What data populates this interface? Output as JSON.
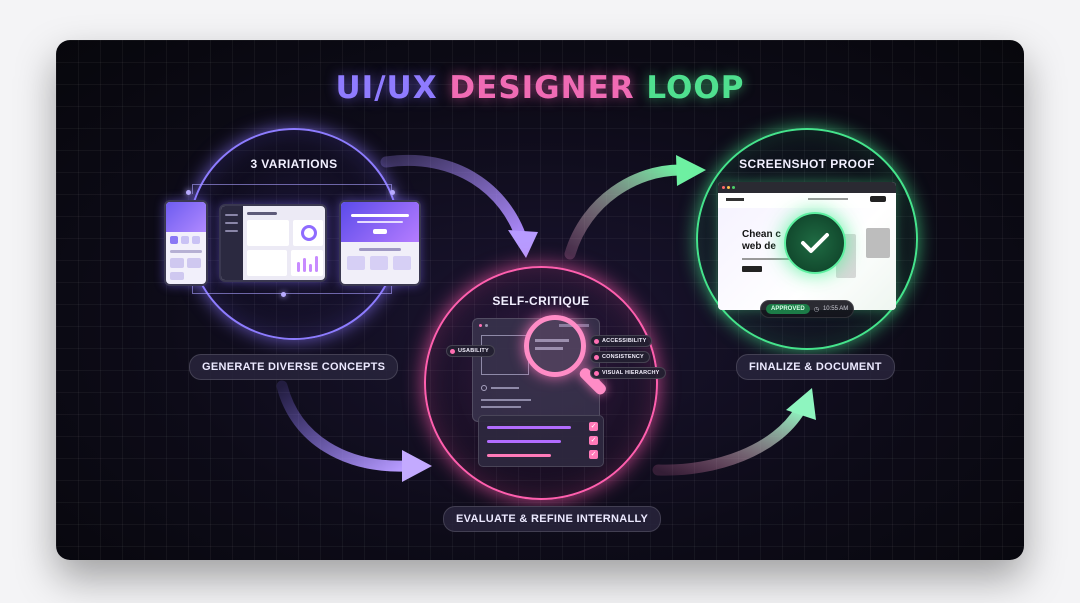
{
  "title": {
    "part1": "UI/UX ",
    "part2": "DESIGNER ",
    "part3": "LOOP"
  },
  "stages": {
    "variations": {
      "label": "3 VARIATIONS",
      "caption": "GENERATE DIVERSE CONCEPTS"
    },
    "critique": {
      "label": "SELF-CRITIQUE",
      "caption": "EVALUATE & REFINE INTERNALLY",
      "tags": [
        "USABILITY",
        "ACCESSIBILITY",
        "CONSISTENCY",
        "VISUAL HIERARCHY"
      ]
    },
    "proof": {
      "label": "SCREENSHOT PROOF",
      "caption": "FINALIZE & DOCUMENT",
      "hero_line1": "Chean c",
      "hero_line2": "web de",
      "badge": "APPROVED",
      "time": "10:55 AM"
    }
  },
  "colors": {
    "purple": "#8d7cff",
    "pink": "#ff5fae",
    "green": "#45e48c"
  },
  "icons": [
    "checkmark-icon",
    "magnifier-icon",
    "clock-icon",
    "arrow-icon"
  ]
}
